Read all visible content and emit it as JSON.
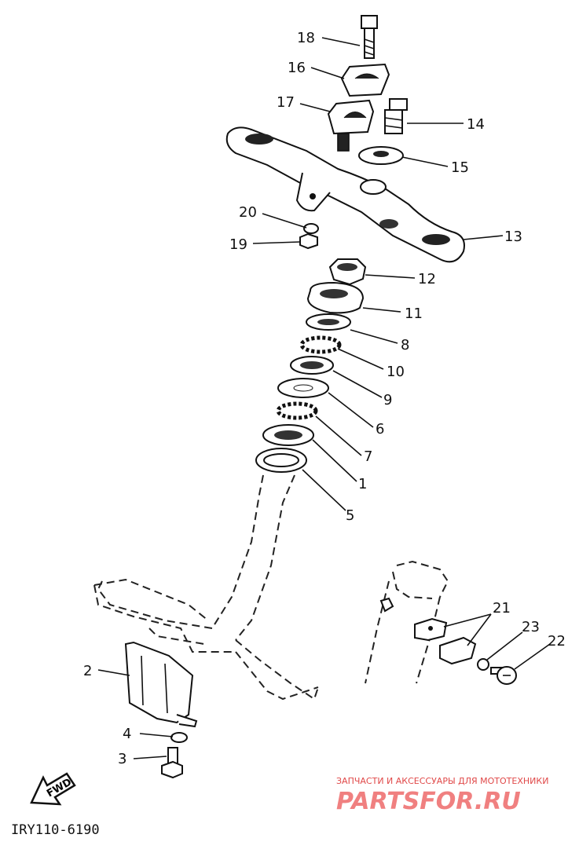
{
  "diagram_code": "IRY110-6190",
  "fwd_label": "FWD",
  "watermark": {
    "line1": "ЗАПЧАСТИ И АКСЕССУАРЫ ДЛЯ МОТОТЕХНИКИ",
    "line2": "PARTSFOR.RU"
  },
  "callouts": [
    "18",
    "16",
    "17",
    "14",
    "15",
    "13",
    "20",
    "19",
    "12",
    "11",
    "8",
    "10",
    "9",
    "6",
    "7",
    "1",
    "5",
    "21",
    "23",
    "22",
    "2",
    "4",
    "3"
  ]
}
